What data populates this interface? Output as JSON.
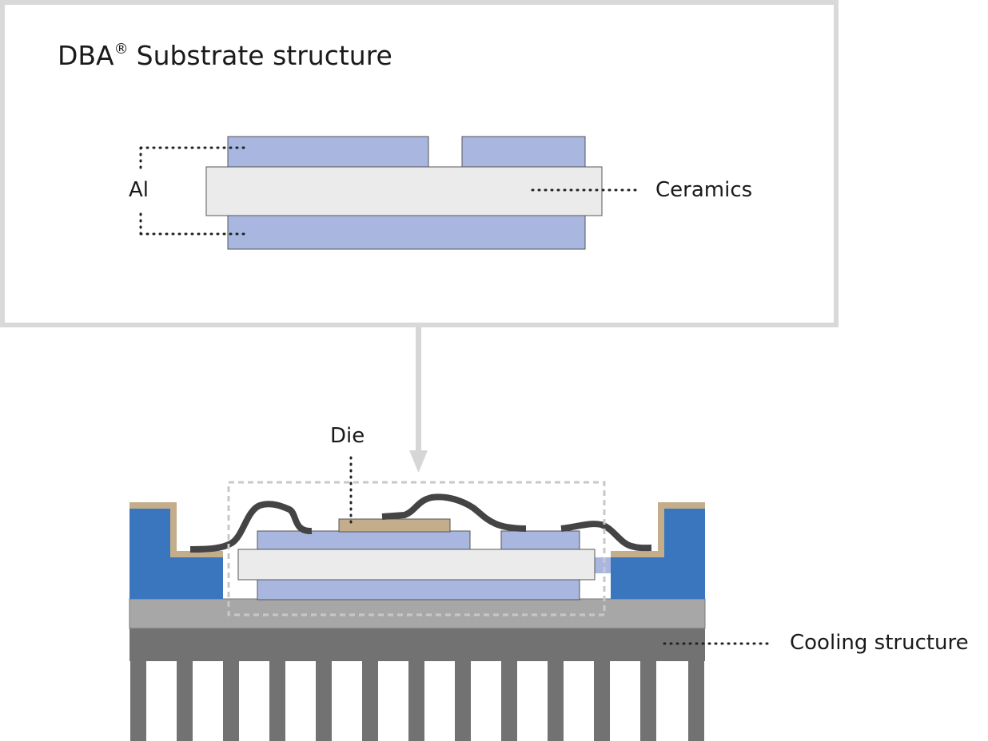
{
  "title": {
    "main": "DBA",
    "registered": "®",
    "rest": "Substrate structure"
  },
  "labels": {
    "al": "Al",
    "ceramics": "Ceramics",
    "die": "Die",
    "cooling": "Cooling structure"
  },
  "colors": {
    "metal_layer": "#a9b7e0",
    "ceramic": "#ebebeb",
    "die": "#c4ad8a",
    "housing": "#3a76bd",
    "housing_edge": "#c4ad8a",
    "baseplate": "#a7a7a7",
    "heatsink": "#727272",
    "wire": "#444444",
    "frame": "#d9d9d9",
    "arrow": "#d6d6d6"
  }
}
